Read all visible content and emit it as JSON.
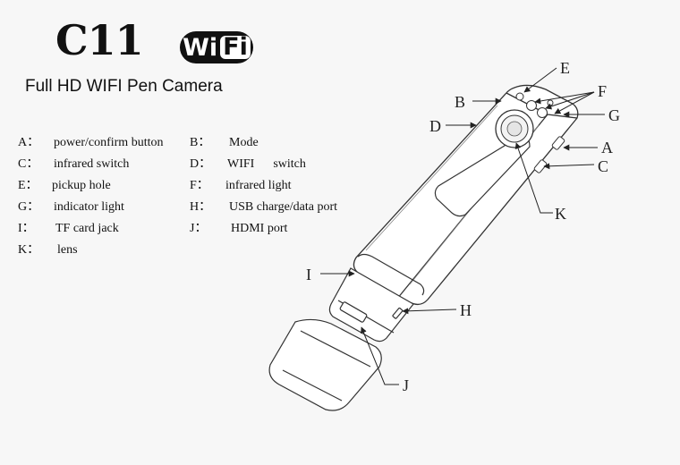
{
  "header": {
    "model": "C11",
    "wifi_badge": {
      "wi": "Wi",
      "fi": "Fi"
    },
    "subtitle": "Full HD WIFI Pen Camera"
  },
  "legend": [
    {
      "key": "A：",
      "label": "power/confirm button"
    },
    {
      "key": "B：",
      "label": "Mode"
    },
    {
      "key": "C：",
      "label": "infrared switch"
    },
    {
      "key": "D：",
      "label": "WIFI      switch"
    },
    {
      "key": "E：",
      "label": "pickup hole"
    },
    {
      "key": "F：",
      "label": "infrared light"
    },
    {
      "key": "G：",
      "label": "indicator light"
    },
    {
      "key": "H：",
      "label": "USB charge/data port"
    },
    {
      "key": "I：",
      "label": "TF card jack"
    },
    {
      "key": "J：",
      "label": "HDMI port"
    },
    {
      "key": "K：",
      "label": "lens"
    }
  ],
  "callouts": {
    "A": "A",
    "B": "B",
    "C": "C",
    "D": "D",
    "E": "E",
    "F": "F",
    "G": "G",
    "H": "H",
    "I": "I",
    "J": "J",
    "K": "K"
  }
}
